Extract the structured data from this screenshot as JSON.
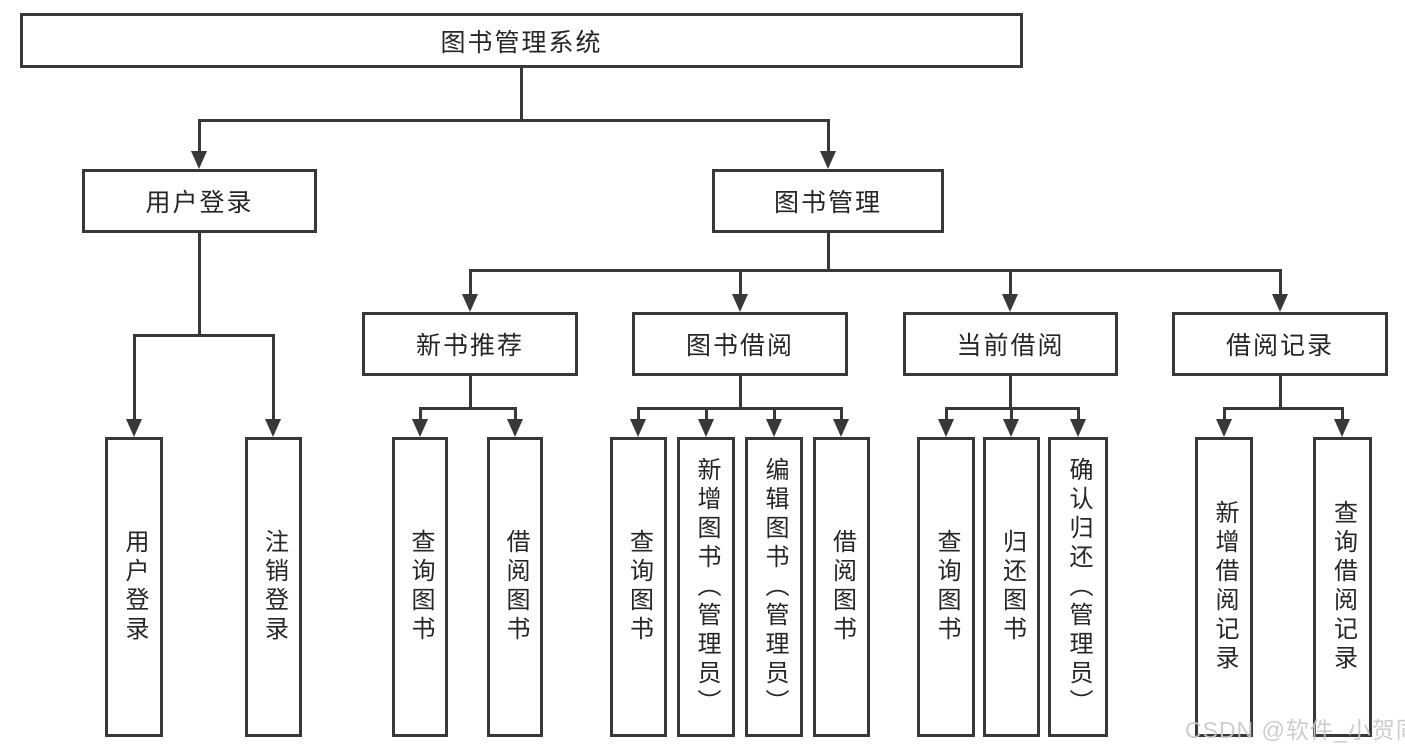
{
  "tree": {
    "root": {
      "label": "图书管理系统"
    },
    "level2": [
      {
        "label": "用户登录",
        "children": [
          {
            "label": "用户登录"
          },
          {
            "label": "注销登录"
          }
        ]
      },
      {
        "label": "图书管理",
        "children": [
          {
            "label": "新书推荐",
            "children": [
              {
                "label": "查询图书"
              },
              {
                "label": "借阅图书"
              }
            ]
          },
          {
            "label": "图书借阅",
            "children": [
              {
                "label": "查询图书"
              },
              {
                "label": "新增图书（管理员）"
              },
              {
                "label": "编辑图书（管理员）"
              },
              {
                "label": "借阅图书"
              }
            ]
          },
          {
            "label": "当前借阅",
            "children": [
              {
                "label": "查询图书"
              },
              {
                "label": "归还图书"
              },
              {
                "label": "确认归还（管理员）"
              }
            ]
          },
          {
            "label": "借阅记录",
            "children": [
              {
                "label": "新增借阅记录"
              },
              {
                "label": "查询借阅记录"
              }
            ]
          }
        ]
      }
    ]
  },
  "watermark": {
    "text": "CSDN @软件_小贺同学"
  },
  "colors": {
    "line": "#383838",
    "text": "#262626",
    "watermark": "#c9c9c9",
    "background": "#ffffff"
  }
}
